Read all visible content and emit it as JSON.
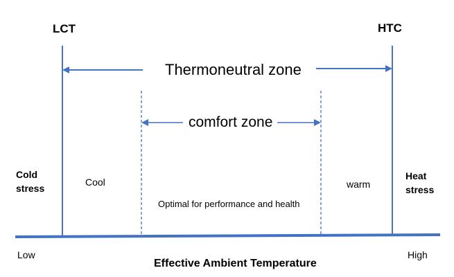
{
  "labels": {
    "lct": "LCT",
    "htc": "HTC",
    "thermoneutral_zone": "Thermoneutral zone",
    "comfort_zone": "comfort zone",
    "cold_stress_line1": "Cold",
    "cold_stress_line2": "stress",
    "heat_stress_line1": "Heat",
    "heat_stress_line2": "stress",
    "cool": "Cool",
    "warm": "warm",
    "optimal": "Optimal for performance and health",
    "low": "Low",
    "high": "High",
    "x_axis": "Effective Ambient Temperature"
  },
  "colors": {
    "line": "#4472C4",
    "text": "#000000"
  }
}
